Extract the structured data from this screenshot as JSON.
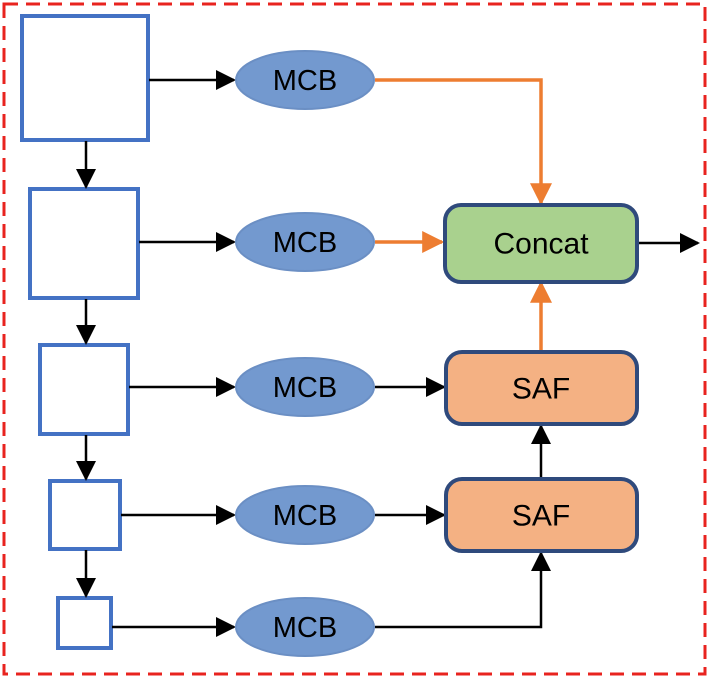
{
  "diagram": {
    "colors": {
      "frame": "#e8231f",
      "feature_box": "#4472c4",
      "mcb_fill": "#7399cf",
      "mcb_stroke": "#6b8fc4",
      "concat_fill": "#a9d18e",
      "saf_fill": "#f4b183",
      "block_stroke": "#2f4a7c",
      "orange_arrow": "#ed7d31",
      "black_arrow": "#000000"
    },
    "mcb_nodes": [
      {
        "label": "MCB"
      },
      {
        "label": "MCB"
      },
      {
        "label": "MCB"
      },
      {
        "label": "MCB"
      },
      {
        "label": "MCB"
      }
    ],
    "concat": {
      "label": "Concat"
    },
    "saf_nodes": [
      {
        "label": "SAF"
      },
      {
        "label": "SAF"
      }
    ]
  }
}
